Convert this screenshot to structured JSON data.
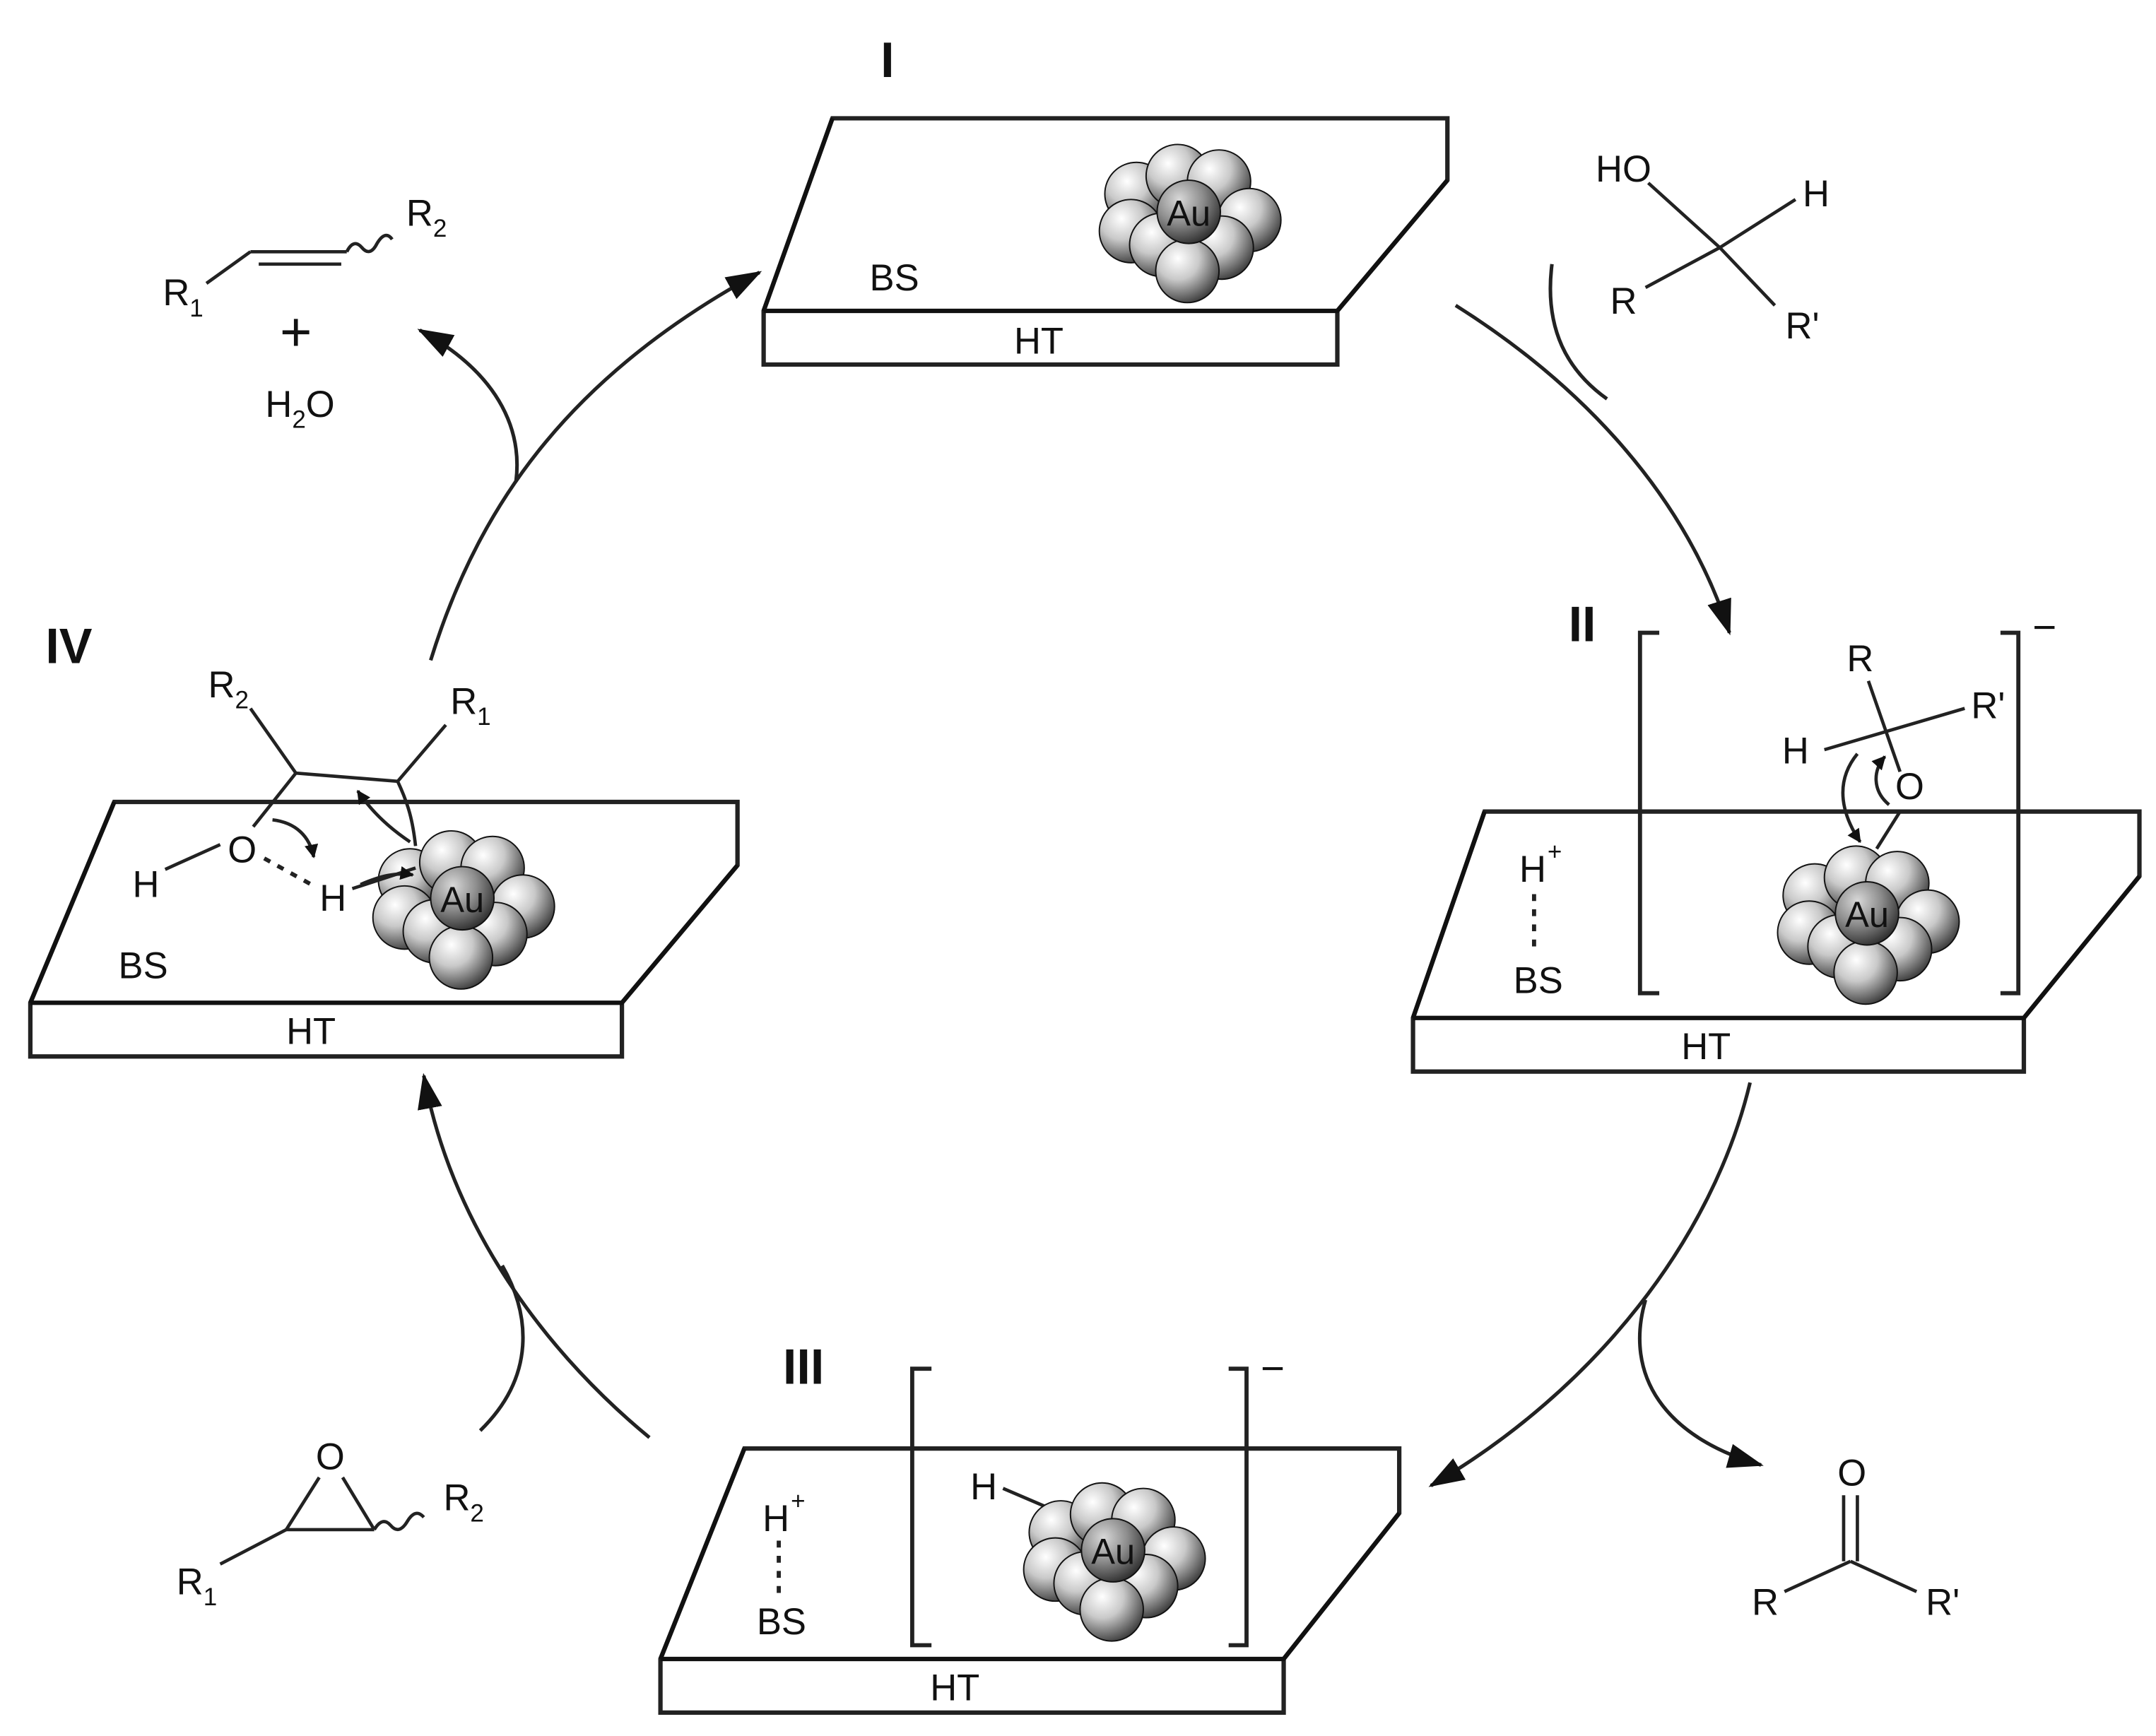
{
  "colors": {
    "line": "#111111",
    "sphere_light": "#f4f4f4",
    "sphere_dark": "#3a3a3a",
    "background": "#ffffff"
  },
  "icons": {
    "gold_cluster": "gold-cluster-icon"
  },
  "states": {
    "I": {
      "label": "I",
      "support": "HT",
      "site": "BS",
      "metal": "Au"
    },
    "II": {
      "label": "II",
      "support": "HT",
      "site": "BS",
      "metal": "Au",
      "proton": "H",
      "proton_charge": "+",
      "charge": "−",
      "substrate": {
        "r": "R",
        "r_prime": "R'",
        "h": "H",
        "o": "O"
      }
    },
    "III": {
      "label": "III",
      "support": "HT",
      "site": "BS",
      "metal": "Au",
      "proton": "H",
      "proton_charge": "+",
      "charge": "−",
      "hydride": "H"
    },
    "IV": {
      "label": "IV",
      "support": "HT",
      "site": "BS",
      "metal": "Au",
      "h_outer": "H",
      "o": "O",
      "h_inner": "H",
      "r1": "R",
      "r1_sub": "1",
      "r2": "R",
      "r2_sub": "2"
    }
  },
  "reagents": {
    "alcohol": {
      "ho": "HO",
      "h": "H",
      "r": "R",
      "r_prime": "R'"
    },
    "ketone": {
      "o": "O",
      "r": "R",
      "r_prime": "R'"
    },
    "epoxide": {
      "o": "O",
      "r1": "R",
      "r1_sub": "1",
      "r2": "R",
      "r2_sub": "2"
    },
    "alkene": {
      "r1": "R",
      "r1_sub": "1",
      "r2": "R",
      "r2_sub": "2",
      "plus": "+",
      "water_h": "H",
      "water_sub": "2",
      "water_o": "O"
    }
  }
}
